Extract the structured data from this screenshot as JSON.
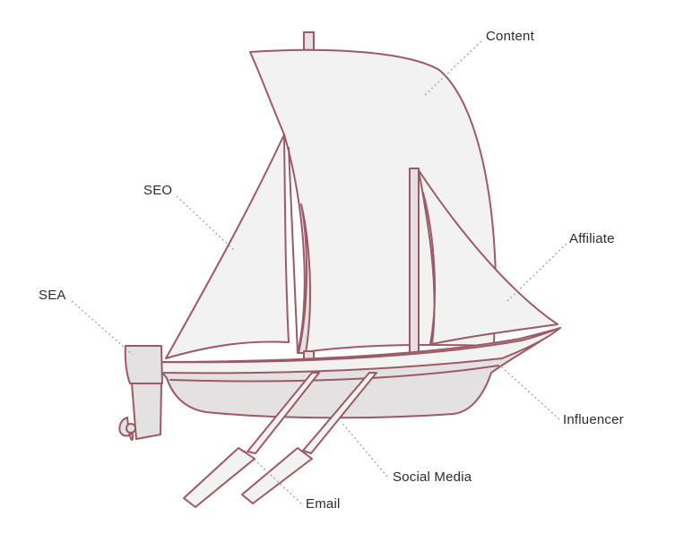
{
  "labels": {
    "content": "Content",
    "seo": "SEO",
    "affiliate": "Affiliate",
    "sea": "SEA",
    "influencer": "Influencer",
    "social_media": "Social Media",
    "email": "Email"
  },
  "colors": {
    "stroke": "#9b5a68",
    "fill_light": "#f2f2f2",
    "fill_hull": "#e3e1e2",
    "leader": "#9a9a9a",
    "text": "#2b2b2b"
  }
}
